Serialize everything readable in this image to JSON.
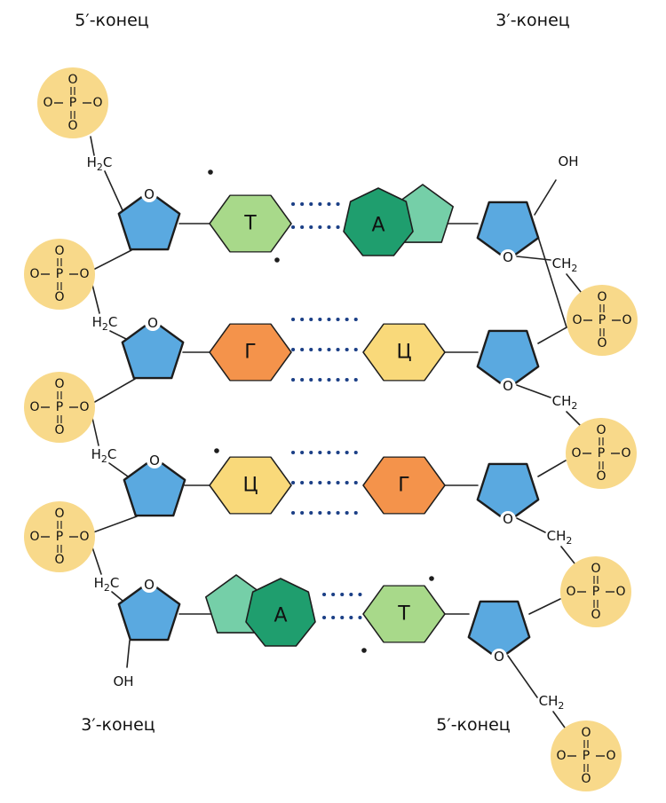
{
  "ends": {
    "left_top": "5′-конец",
    "right_top": "3′-конец",
    "left_bottom": "3′-конец",
    "right_bottom": "5′-конец"
  },
  "groups": {
    "ch2": "H2C",
    "ch2_right": "CH2",
    "oh": "OH",
    "ring_oxygen": "O",
    "p": "P",
    "o": "O"
  },
  "pairs": [
    {
      "left": "Т",
      "right": "А",
      "bonds": 2,
      "left_kind": "pyrimidine",
      "right_kind": "purine"
    },
    {
      "left": "Г",
      "right": "Ц",
      "bonds": 3,
      "left_kind": "pyrimidine",
      "right_kind": "pyrimidine"
    },
    {
      "left": "Ц",
      "right": "Г",
      "bonds": 3,
      "left_kind": "pyrimidine",
      "right_kind": "pyrimidine"
    },
    {
      "left": "А",
      "right": "Т",
      "bonds": 2,
      "left_kind": "purine",
      "right_kind": "pyrimidine"
    }
  ],
  "colors": {
    "phosphate": "#f8d98a",
    "sugar": "#5aa9e0",
    "thymine": "#a8d98a",
    "adenine_dark": "#1f9e6e",
    "adenine_light": "#75cfa8",
    "guanine": "#f4934b",
    "cytosine": "#f9d97a",
    "hbond": "#1b3f86"
  }
}
